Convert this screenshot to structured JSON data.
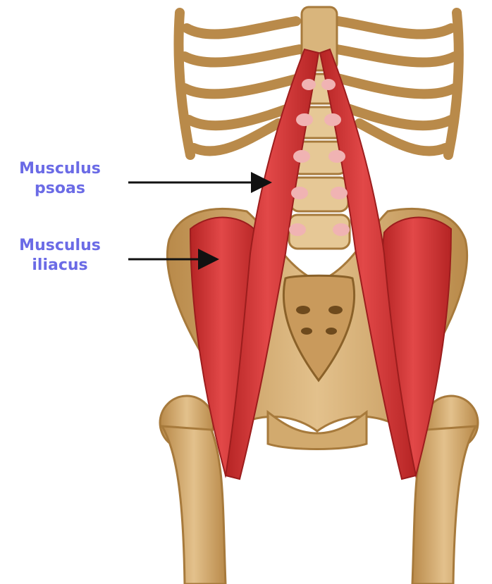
{
  "labels": {
    "psoas": {
      "line1": "Musculus",
      "line2": "psoas"
    },
    "iliacus": {
      "line1": "Musculus",
      "line2": "iliacus"
    }
  },
  "colors": {
    "label_text": "#6b6be6",
    "bone": "#d8b27a",
    "bone_dark": "#a77a3c",
    "bone_light": "#efd9ae",
    "muscle": "#dd3b3b",
    "muscle_dark": "#b52424",
    "tendon": "#f0b3b3",
    "arrow": "#111111"
  }
}
